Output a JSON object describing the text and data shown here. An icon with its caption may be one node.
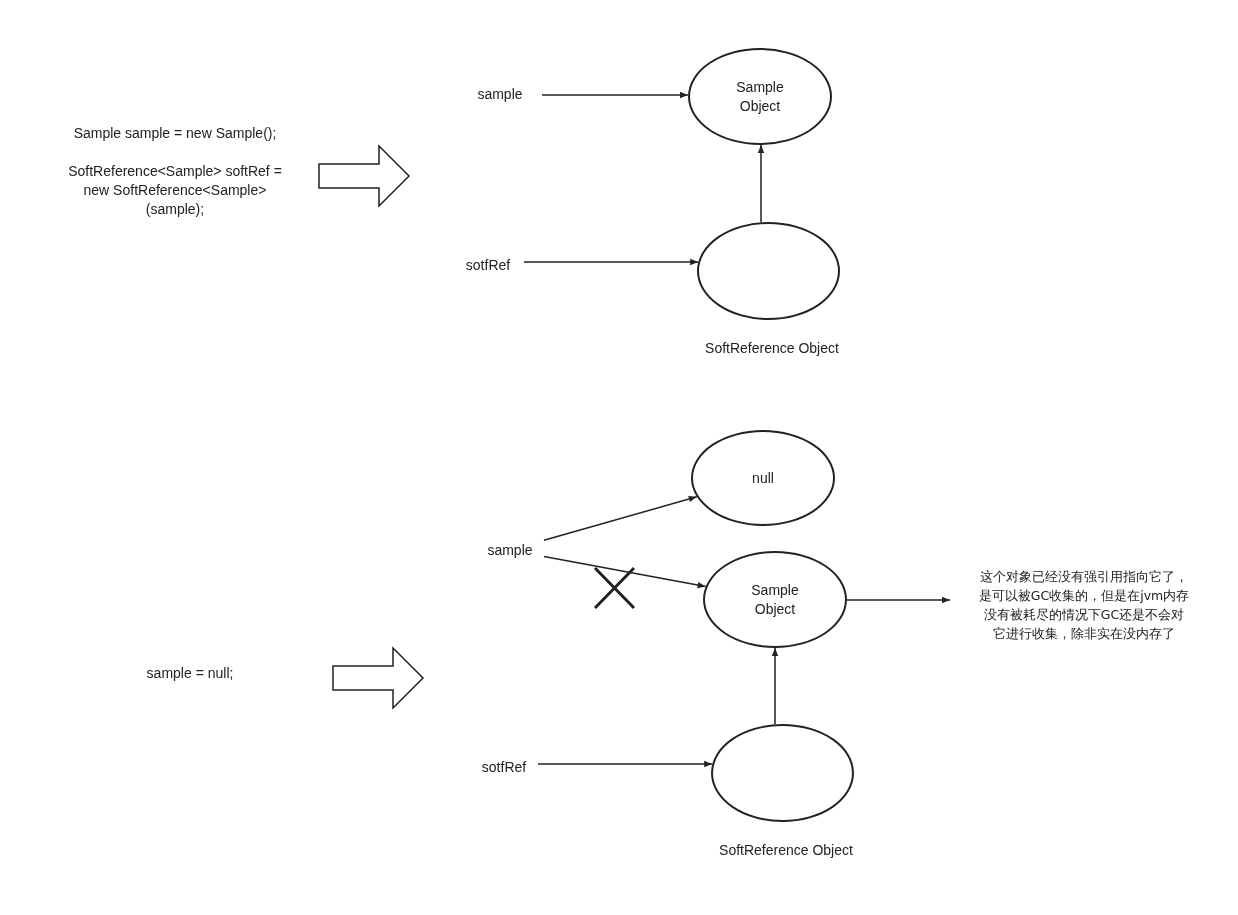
{
  "diagram": {
    "nodes": [
      {
        "text": [
          "sample"
        ]
      },
      {
        "text": [
          "Sample Object"
        ]
      },
      {
        "text": [
          "sotfRef"
        ]
      },
      {
        "text": [],
        "shape": "ellipse",
        "beside": [
          "SoftReference Object"
        ]
      },
      {
        "text": [
          "null"
        ]
      },
      {
        "text": [
          "sample"
        ]
      },
      {
        "text": [
          "Sample Object"
        ]
      },
      {
        "text": [
          "这个对象已经没有强引用指向它了，是可以被GC收集的，但是在jvm内存没有被耗尽的情况下GC还是不会对它进行收集，除非实在没内存了"
        ]
      },
      {
        "text": [
          "sotfRef"
        ]
      },
      {
        "text": [],
        "shape": "ellipse",
        "beside": [
          "SoftReference Object"
        ]
      }
    ],
    "edges": [
      {
        "from": 0,
        "to": 1,
        "arrow": "to"
      },
      {
        "from": 2,
        "to": 3,
        "arrow": "to"
      },
      {
        "from": 3,
        "to": 1,
        "arrow": "to"
      },
      {
        "from": 5,
        "to": 4,
        "arrow": "to"
      },
      {
        "from": 5,
        "to": 6,
        "arrow": "to"
      },
      {
        "from": 6,
        "to": 7,
        "arrow": "to"
      },
      {
        "from": 8,
        "to": 9,
        "arrow": "to"
      },
      {
        "from": 9,
        "to": 6,
        "arrow": "to"
      }
    ],
    "labels": [
      "Sample sample = new Sample();",
      "SoftReference<Sample> softRef = new SoftReference<Sample> (sample);",
      "sample = null;"
    ]
  }
}
